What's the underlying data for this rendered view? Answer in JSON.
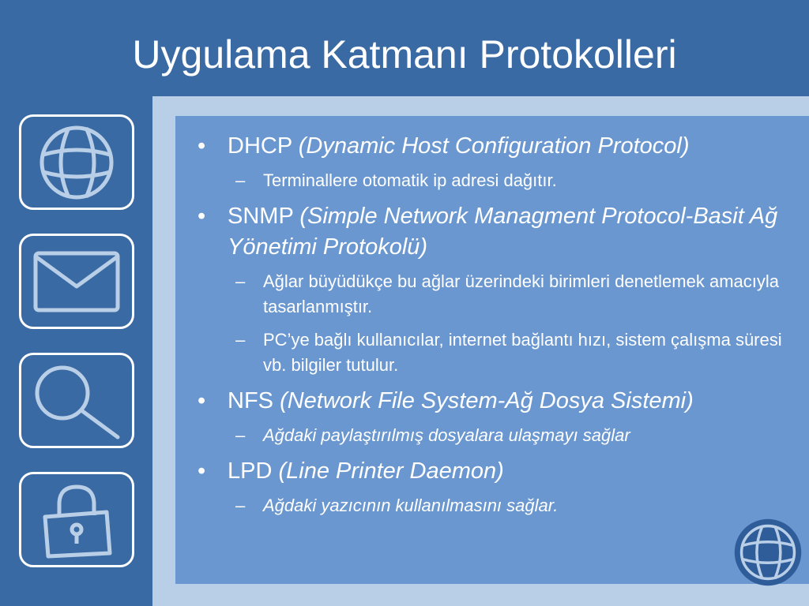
{
  "title": "Uygulama Katmanı Protokolleri",
  "bullet_char": "•",
  "dash_char": "–",
  "items": [
    {
      "name": "DHCP ",
      "desc": "(Dynamic Host Configuration Protocol)",
      "subs": [
        "Terminallere otomatik ip adresi dağıtır."
      ]
    },
    {
      "name": "SNMP ",
      "desc": "(Simple Network Managment Protocol-Basit Ağ Yönetimi Protokolü)",
      "subs": [
        "Ağlar büyüdükçe bu ağlar üzerindeki birimleri denetlemek amacıyla tasarlanmıştır.",
        "PC’ye bağlı kullanıcılar, internet bağlantı hızı, sistem çalışma süresi vb. bilgiler tutulur."
      ]
    },
    {
      "name": "NFS ",
      "desc": "(Network File System-Ağ Dosya Sistemi)",
      "subs": [
        "Ağdaki paylaştırılmış dosyalara ulaşmayı sağlar"
      ]
    },
    {
      "name": "LPD ",
      "desc": "(Line Printer Daemon)",
      "subs": [
        "Ağdaki yazıcının kullanılmasını sağlar."
      ]
    }
  ],
  "colors": {
    "background": "#3a6aa3",
    "panel_outer": "#b9cfe7",
    "panel_inner": "#6a97cf",
    "icon_stroke": "#b9cfe7",
    "corner_globe": "#2f5d9a"
  },
  "icons": [
    "globe-icon",
    "envelope-icon",
    "magnifier-icon",
    "padlock-icon",
    "globe-icon"
  ]
}
